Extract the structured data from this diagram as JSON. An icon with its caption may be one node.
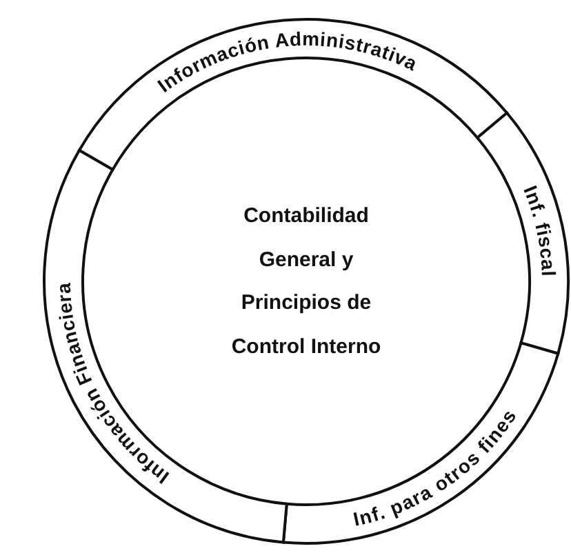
{
  "diagram": {
    "nodes": [
      {
        "text": [
          "Información Administrativa"
        ]
      },
      {
        "text": [
          "Inf. fiscal"
        ]
      },
      {
        "text": [
          "Contabilidad General y Principios de Control Interno"
        ]
      },
      {
        "text": [
          "Inf. para otros fines"
        ]
      },
      {
        "text": [
          "Información Financiera"
        ]
      }
    ]
  }
}
